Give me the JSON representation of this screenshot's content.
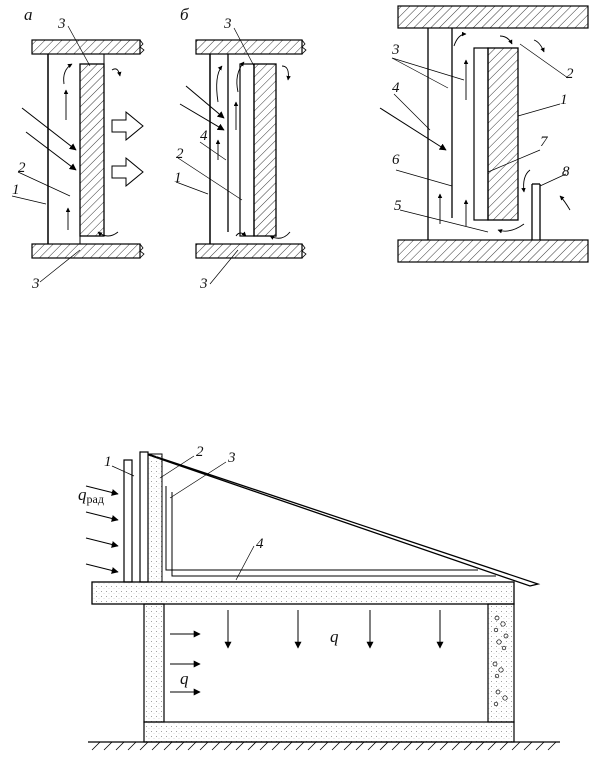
{
  "top": {
    "panel_a": {
      "letter": "а",
      "labels": {
        "l3top": "3",
        "l2": "2",
        "l1": "1",
        "l3bot": "3"
      }
    },
    "panel_b": {
      "letter": "б",
      "labels": {
        "l3top": "3",
        "l4": "4",
        "l2": "2",
        "l1": "1",
        "l3bot": "3"
      }
    },
    "panel_c": {
      "labels": {
        "l3": "3",
        "l2": "2",
        "l4": "4",
        "l1": "1",
        "l6": "6",
        "l7": "7",
        "l8": "8",
        "l5": "5"
      }
    }
  },
  "bottom": {
    "labels": {
      "l1": "1",
      "l2": "2",
      "l3": "3",
      "l4": "4"
    },
    "q_rad": "q",
    "q_rad_sub": "рад",
    "q_floor": "q",
    "q_wall": "q"
  }
}
